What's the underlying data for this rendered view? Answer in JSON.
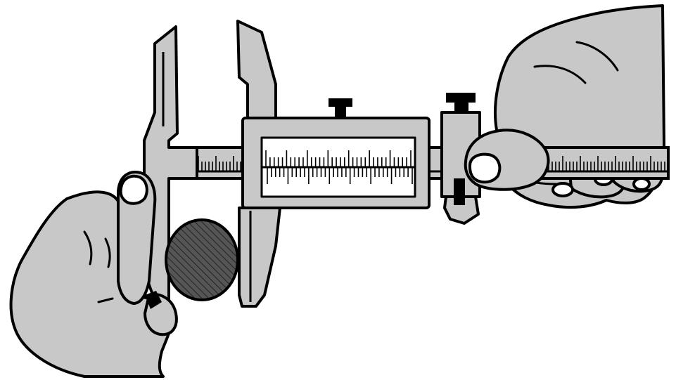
{
  "illustration": {
    "subject": "vernier-caliper-measuring-round-bar",
    "palette": {
      "ink": "#000000",
      "fill": "#c8c8c8",
      "highlight": "#ffffff",
      "workpiece": "#555555"
    }
  },
  "scale": {
    "main_ticks": 52,
    "vernier_ticks": 36
  }
}
